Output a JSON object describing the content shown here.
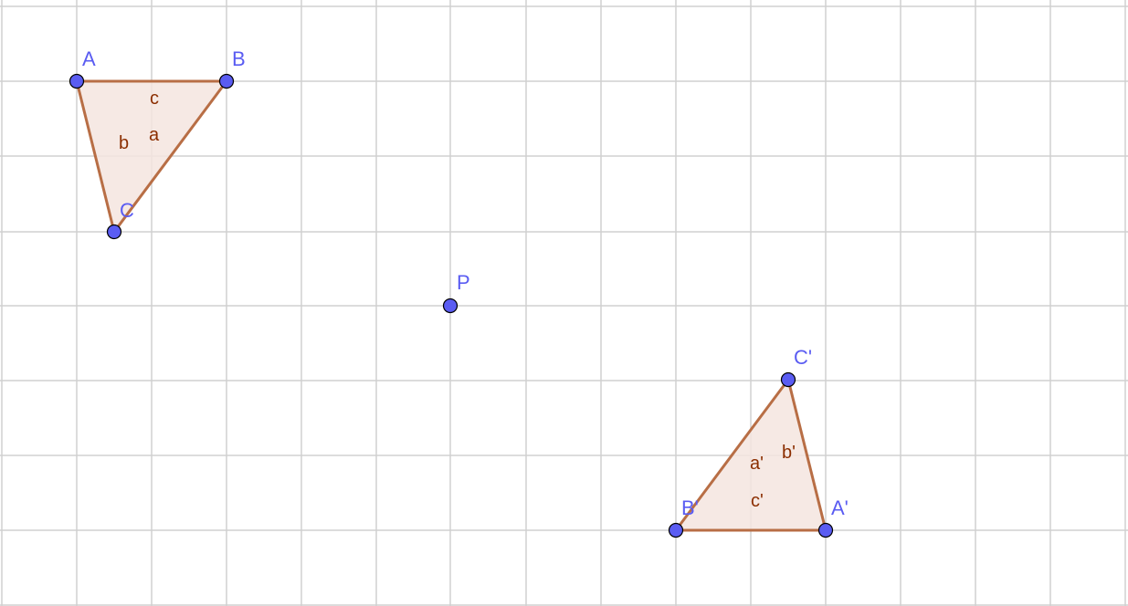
{
  "colors": {
    "grid": "#d0d0d0",
    "background": "#ffffff",
    "edge": "#b86e45",
    "fill": "#f4e5df",
    "point_fill": "#5a5cf2",
    "point_label": "#5a5cf2",
    "side_label": "#8b2e00"
  },
  "points": {
    "A": {
      "label": "A"
    },
    "B": {
      "label": "B"
    },
    "C": {
      "label": "C"
    },
    "P": {
      "label": "P"
    },
    "A_prime": {
      "label": "A'"
    },
    "B_prime": {
      "label": "B'"
    },
    "C_prime": {
      "label": "C'"
    }
  },
  "sides": {
    "a": "a",
    "b": "b",
    "c": "c",
    "a_prime": "a'",
    "b_prime": "b'",
    "c_prime": "c'"
  }
}
